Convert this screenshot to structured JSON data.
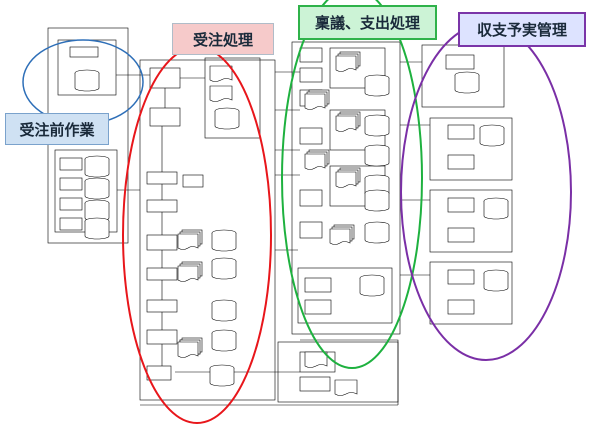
{
  "labels": {
    "order_processing": "受注処理",
    "approval_payment": "稟議、支出処理",
    "budget_actual": "収支予実管理",
    "pre_order": "受注前作業"
  },
  "colors": {
    "red": "#e8161b",
    "green": "#1eb13f",
    "purple": "#7a2fa6",
    "blue": "#2e6fb8"
  }
}
